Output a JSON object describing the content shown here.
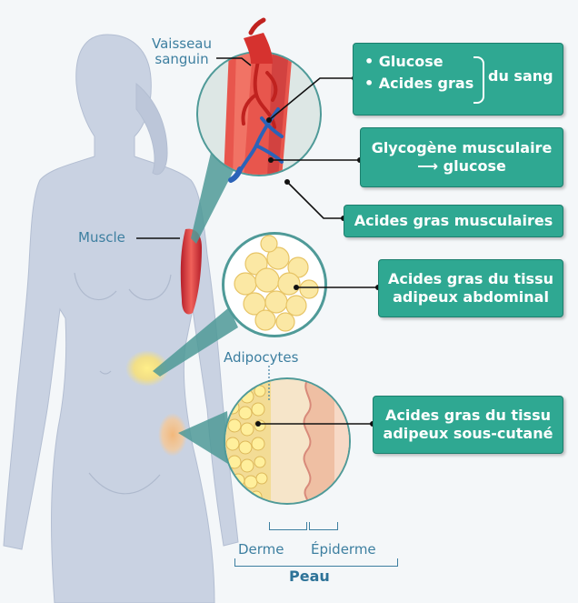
{
  "labels": {
    "vaisseau_line1": "Vaisseau",
    "vaisseau_line2": "sanguin",
    "muscle": "Muscle",
    "adipocytes": "Adipocytes",
    "derme": "Derme",
    "epiderme": "Épiderme",
    "peau": "Peau"
  },
  "boxes": {
    "sang": {
      "item1": "• Glucose",
      "item2": "• Acides gras",
      "right": "du sang"
    },
    "glycogene": {
      "line1": "Glycogène musculaire",
      "line2": "⟶ glucose"
    },
    "acides_musculaires": {
      "line1": "Acides gras musculaires"
    },
    "abdominal": {
      "line1": "Acides gras du tissu",
      "line2": "adipeux abdominal"
    },
    "sous_cutane": {
      "line1": "Acides gras du tissu",
      "line2": "adipeux sous-cutané"
    }
  },
  "colors": {
    "box_fill": "#2fa892",
    "label_text": "#3d7fa0",
    "body_silhouette": "#c9d2e2",
    "muscle": "#d8393b",
    "fat": "#f1d06a",
    "callout": "#4f9a98"
  }
}
